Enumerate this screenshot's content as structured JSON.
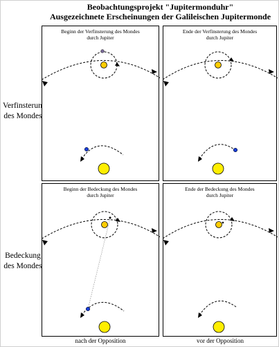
{
  "title": {
    "line1": "Beobachtungsprojekt \"Jupitermonduhr\"",
    "line2": "Ausgezeichnete Erscheinungen der Galileischen Jupitermonde"
  },
  "rows": {
    "eclipse": {
      "line1": "Verfinsterung",
      "line2": "des Mondes"
    },
    "occultation": {
      "line1": "Bedeckung",
      "line2": "des Mondes"
    }
  },
  "panels": {
    "tl": {
      "line1": "Beginn der Verfinsterung des Mondes",
      "line2": "durch Jupiter"
    },
    "tr": {
      "line1": "Ende der Verfinsterung des Mondes",
      "line2": "durch Jupiter"
    },
    "bl": {
      "line1": "Beginn der Bedeckung des Mondes",
      "line2": "durch Jupiter"
    },
    "br": {
      "line1": "Ende der Bedeckung des Mondes",
      "line2": "durch Jupiter"
    }
  },
  "footer": {
    "left": "nach der Opposition",
    "right": "vor der Opposition"
  },
  "colors": {
    "sun": "#ffee00",
    "jupiter": "#ffcc00",
    "earth": "#1a3fd6",
    "moon_eclipse_begin": "#7a6a9a",
    "moon": "#000000",
    "stroke": "#000000"
  },
  "icons": [
    "sun-icon",
    "jupiter-icon",
    "earth-icon",
    "moon-icon",
    "orbit-arrow-icon"
  ]
}
